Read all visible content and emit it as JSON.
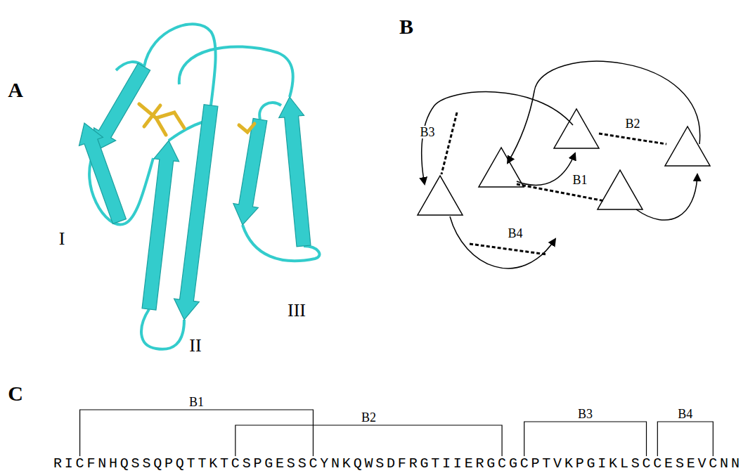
{
  "diagram": {
    "labels": [
      "A",
      "B",
      "C",
      "I",
      "II",
      "III",
      "B1",
      "B2",
      "B3",
      "B4",
      "B1",
      "B2",
      "B3",
      "B4",
      "RICFNHQSSQPQTTKTCSPGESSCYNKQWSDFRGTIIERGCGCPTVKPGIKLSCCESEVCNN"
    ]
  }
}
